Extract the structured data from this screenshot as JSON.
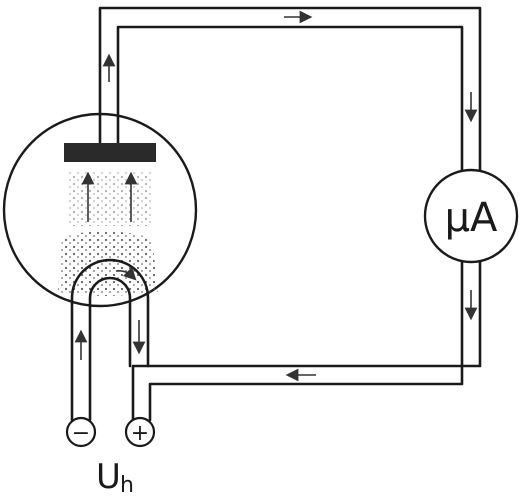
{
  "meter": {
    "label": "µA"
  },
  "supply": {
    "label_main": "U",
    "label_sub": "h",
    "negative_symbol": "−",
    "positive_symbol": "+"
  }
}
